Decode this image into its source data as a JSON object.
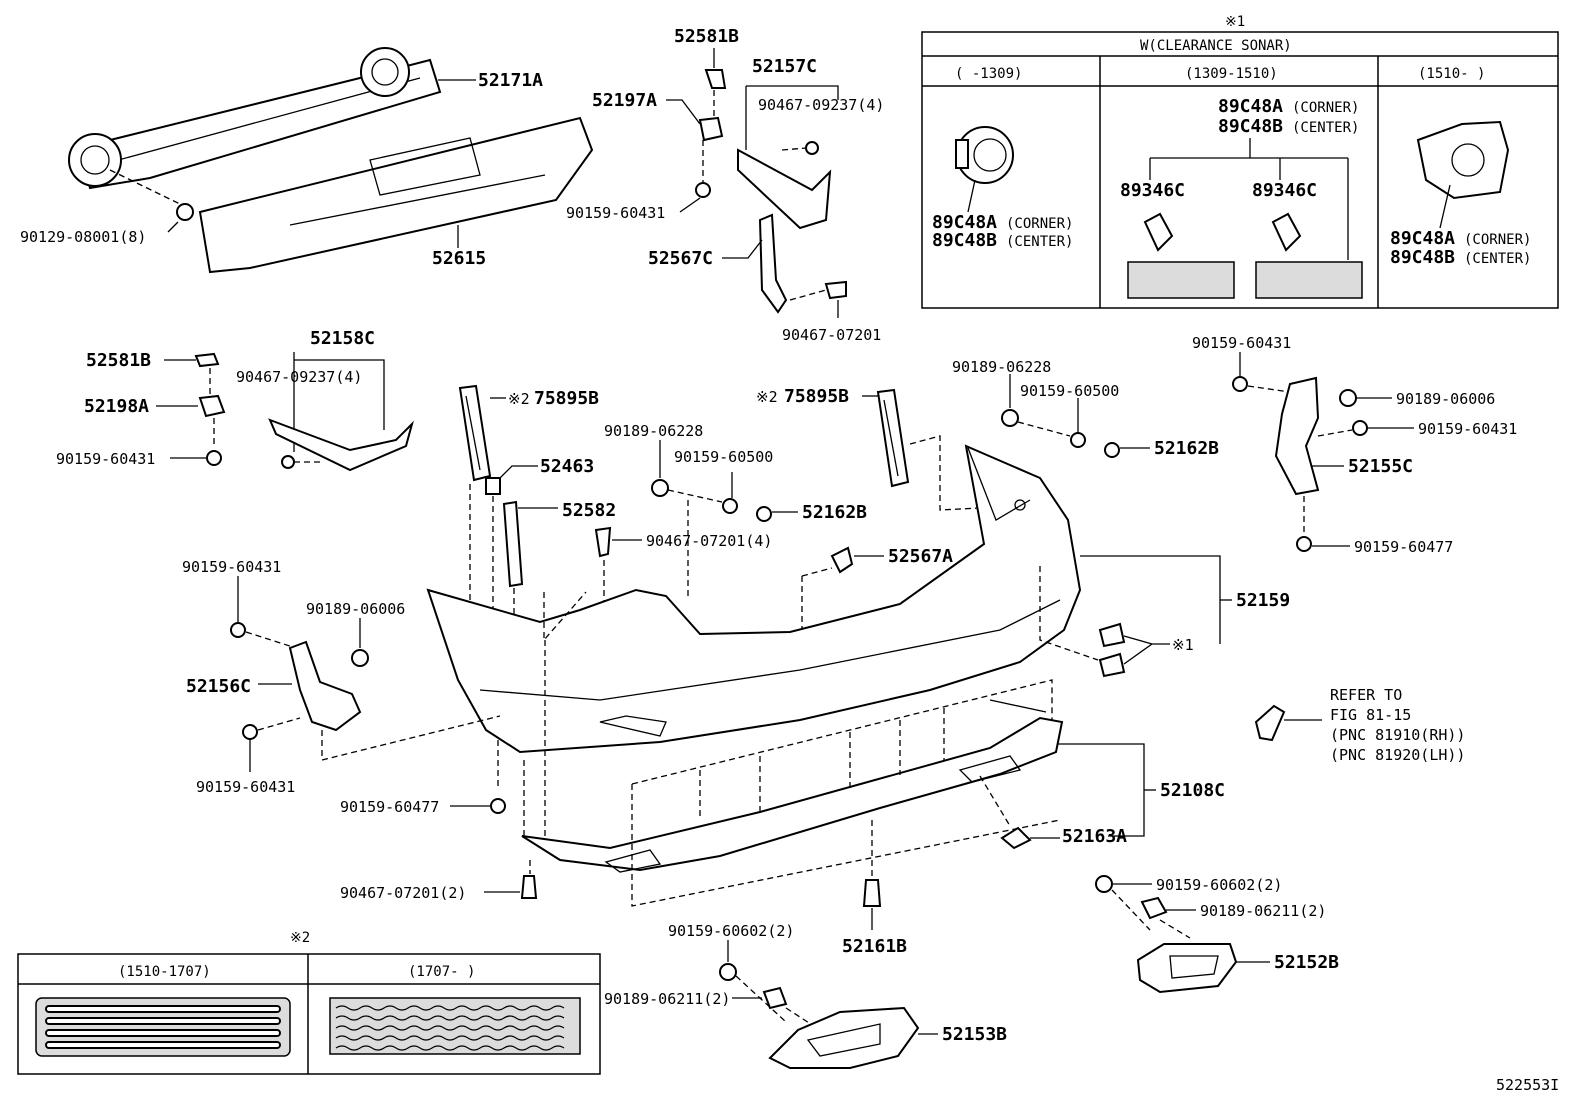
{
  "diagram_id": "522553I",
  "parts": {
    "p52171A": "52171A",
    "p52615": "52615",
    "p90129": "90129-08001(8)",
    "p52581B_top": "52581B",
    "p52197A": "52197A",
    "p52157C": "52157C",
    "p90467_09237_top": "90467-09237(4)",
    "p90159_60431_top": "90159-60431",
    "p52567C": "52567C",
    "p90467_07201_top": "90467-07201",
    "p52581B_left": "52581B",
    "p52158C": "52158C",
    "p90467_09237_left": "90467-09237(4)",
    "p52198A": "52198A",
    "p90159_60431_left": "90159-60431",
    "p75895B_left": "75895B",
    "p52463": "52463",
    "p52582": "52582",
    "p90189_06228_mid": "90189-06228",
    "p90159_60500_mid": "90159-60500",
    "p52162B_mid": "52162B",
    "p90467_07201_4": "90467-07201(4)",
    "p52567A": "52567A",
    "p75895B_right": "75895B",
    "p90189_06228_right": "90189-06228",
    "p90159_60500_right": "90159-60500",
    "p52162B_right": "52162B",
    "p90159_60431_rt": "90159-60431",
    "p90189_06006_rt": "90189-06006",
    "p90159_60431_rt2": "90159-60431",
    "p52155C": "52155C",
    "p90159_60477_rt": "90159-60477",
    "p52159": "52159",
    "p90159_60431_l1": "90159-60431",
    "p90189_06006_l": "90189-06006",
    "p52156C": "52156C",
    "p90159_60431_l2": "90159-60431",
    "p90159_60477_l": "90159-60477",
    "p90467_07201_2": "90467-07201(2)",
    "p52108C": "52108C",
    "p52163A": "52163A",
    "p52161B": "52161B",
    "p90159_60602_a": "90159-60602(2)",
    "p90189_06211_a": "90189-06211(2)",
    "p52152B": "52152B",
    "p90159_60602_b": "90159-60602(2)",
    "p90189_06211_b": "90189-06211(2)",
    "p52153B": "52153B"
  },
  "marks": {
    "note1": "※1",
    "note2": "※2"
  },
  "refer": {
    "line1": "REFER TO",
    "line2": "FIG 81-15",
    "line3": "(PNC 81910(RH))",
    "line4": "(PNC 81920(LH))"
  },
  "sonar_table": {
    "mark": "※1",
    "title": "W(CLEARANCE SONAR)",
    "col1": "(     -1309)",
    "col2": "(1309-1510)",
    "col3": "(1510-     )",
    "c1_a": "89C48A",
    "c1_a_note": "(CORNER)",
    "c1_b": "89C48B",
    "c1_b_note": "(CENTER)",
    "c2_a": "89C48A",
    "c2_a_note": "(CORNER)",
    "c2_b": "89C48B",
    "c2_b_note": "(CENTER)",
    "c2_sub1": "89346C",
    "c2_sub2": "89346C",
    "c3_a": "89C48A",
    "c3_a_note": "(CORNER)",
    "c3_b": "89C48B",
    "c3_b_note": "(CENTER)"
  },
  "reflector_table": {
    "mark": "※2",
    "col1": "(1510-1707)",
    "col2": "(1707-     )"
  }
}
